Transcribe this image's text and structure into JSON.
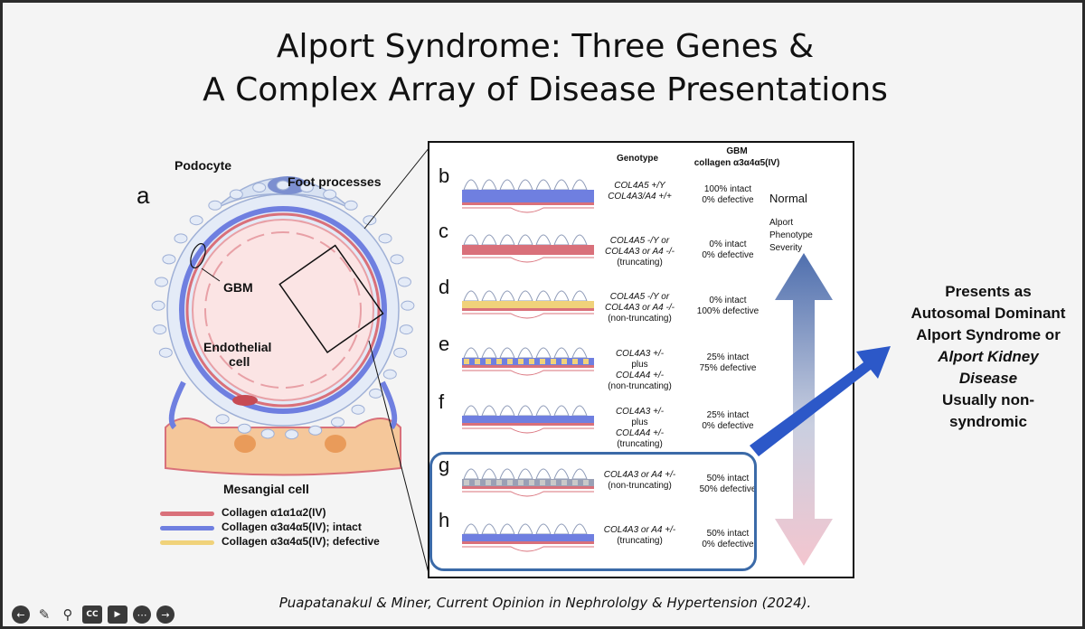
{
  "slide": {
    "title_line1": "Alport Syndrome:  Three Genes &",
    "title_line2": "A Complex Array of Disease Presentations",
    "citation": "Puapatanakul & Miner, Current Opinion in Nephrololgy & Hypertension (2024)."
  },
  "figure_a": {
    "letter": "a",
    "labels": {
      "podocyte": "Podocyte",
      "foot_processes": "Foot processes",
      "gbm": "GBM",
      "endothelial_line1": "Endothelial",
      "endothelial_line2": "cell",
      "mesangial": "Mesangial cell"
    },
    "legend": [
      {
        "label": "Collagen α1α1α2(IV)",
        "color": "#d9707a"
      },
      {
        "label": "Collagen α3α4α5(IV); intact",
        "color": "#6f7fe0"
      },
      {
        "label": "Collagen α3α4α5(IV); defective",
        "color": "#f0d27a"
      }
    ]
  },
  "panel": {
    "header_genotype": "Genotype",
    "header_gbm_line1": "GBM",
    "header_gbm_line2": "collagen α3α4α5(IV)",
    "side_normal": "Normal",
    "side_severity_line1": "Alport",
    "side_severity_line2": "Phenotype",
    "side_severity_line3": "Severity",
    "rows": [
      {
        "letter": "b",
        "genotype": [
          "COL4A5 +/Y",
          "COL4A3/A4 +/+"
        ],
        "gbm": [
          "100% intact",
          "0% defective"
        ]
      },
      {
        "letter": "c",
        "genotype": [
          "COL4A5 -/Y or",
          "COL4A3 or A4 -/-",
          "(truncating)"
        ],
        "gbm": [
          "0% intact",
          "0% defective"
        ]
      },
      {
        "letter": "d",
        "genotype": [
          "COL4A5 -/Y or",
          "COL4A3 or A4 -/-",
          "(non-truncating)"
        ],
        "gbm": [
          "0% intact",
          "100% defective"
        ]
      },
      {
        "letter": "e",
        "genotype": [
          "COL4A3 +/-",
          "plus",
          "COL4A4 +/-",
          "(non-truncating)"
        ],
        "gbm": [
          "25% intact",
          "75% defective"
        ]
      },
      {
        "letter": "f",
        "genotype": [
          "COL4A3 +/-",
          "plus",
          "COL4A4 +/-",
          "(truncating)"
        ],
        "gbm": [
          "25% intact",
          "0% defective"
        ]
      },
      {
        "letter": "g",
        "genotype": [
          "COL4A3 or A4 +/-",
          "(non-truncating)"
        ],
        "gbm": [
          "50% intact",
          "50% defective"
        ]
      },
      {
        "letter": "h",
        "genotype": [
          "COL4A3 or A4 +/-",
          "(truncating)"
        ],
        "gbm": [
          "50% intact",
          "0% defective"
        ]
      }
    ]
  },
  "presents": {
    "line1": "Presents as",
    "line2": "Autosomal Dominant",
    "line3": "Alport Syndrome or",
    "line4": "Alport Kidney",
    "line5": "Disease",
    "line6": "Usually non-",
    "line7": "syndromic"
  },
  "toolbar": {
    "icons": [
      "back-arrow-icon",
      "pencil-icon",
      "search-icon",
      "captions-icon",
      "camera-icon",
      "more-icon",
      "forward-arrow-icon"
    ],
    "cc_label": "CC"
  }
}
